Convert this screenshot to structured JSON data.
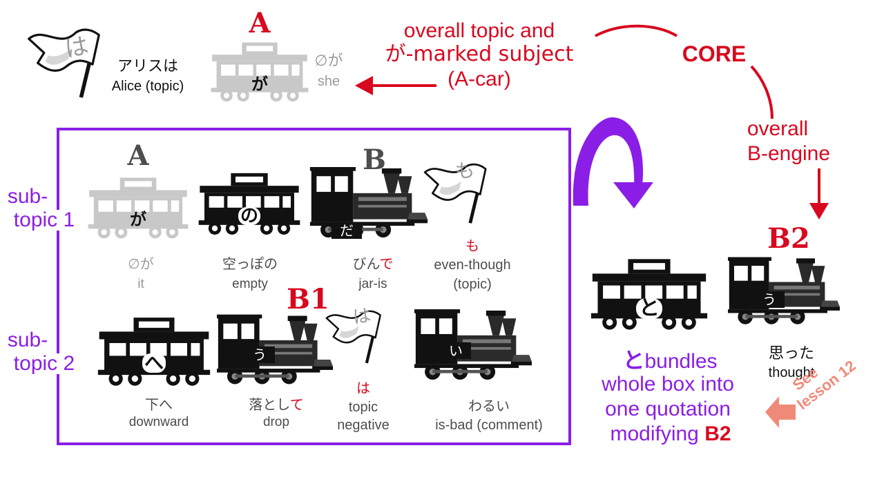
{
  "top": {
    "flag_ha": "は",
    "alice_jp": "アリスは",
    "alice_en": "Alice (topic)",
    "car_label": "A",
    "car_kana": "が",
    "she_jp": "∅が",
    "she_en": "she",
    "topic_line1": "overall topic and",
    "topic_line2": "が-marked subject",
    "topic_line3": "(A-car)",
    "core": "CORE",
    "engine_line1": "overall",
    "engine_line2": "B-engine"
  },
  "subtopics": {
    "sub1_line1": "sub-",
    "sub1_line2": "topic 1",
    "sub2_line1": "sub-",
    "sub2_line2": "topic 2"
  },
  "row1": {
    "a_label": "A",
    "a_kana": "が",
    "a_jp": "∅が",
    "a_en": "it",
    "no_kana": "の",
    "no_jp": "空っぽの",
    "no_en": "empty",
    "b_label": "B",
    "da_kana": "だ",
    "da_jp_main": "びん",
    "da_jp_red": "で",
    "da_en": "jar-is",
    "mo_flag": "も",
    "mo_red": "も",
    "mo_en1": "even-though",
    "mo_en2": "(topic)"
  },
  "row2": {
    "he_kana": "へ",
    "he_jp": "下へ",
    "he_en": "downward",
    "b1_label": "B1",
    "u_kana": "う",
    "u_jp_main": "落とし",
    "u_jp_red": "て",
    "u_en": "drop",
    "ha_flag": "は",
    "ha_red": "は",
    "ha_en1": "topic",
    "ha_en2": "negative",
    "i_kana": "い",
    "i_jp": "わるい",
    "i_en": "is-bad (comment)"
  },
  "right": {
    "to_kana": "と",
    "b2_label": "B2",
    "u2_kana": "う",
    "omotta_jp": "思った",
    "omotta_en": "thought",
    "bundle_to": "と",
    "bundle_line1": "bundles",
    "bundle_line2": "whole box into",
    "bundle_line3": "one quotation",
    "bundle_line4_prefix": "modifying ",
    "bundle_line4_b2": "B2",
    "see_line1": "See",
    "see_line2": "lesson 12"
  },
  "colors": {
    "red": "#d8081f",
    "purple": "#8a1ee6",
    "salmon": "#f08a78",
    "gray_car": "#b9b9b9"
  }
}
